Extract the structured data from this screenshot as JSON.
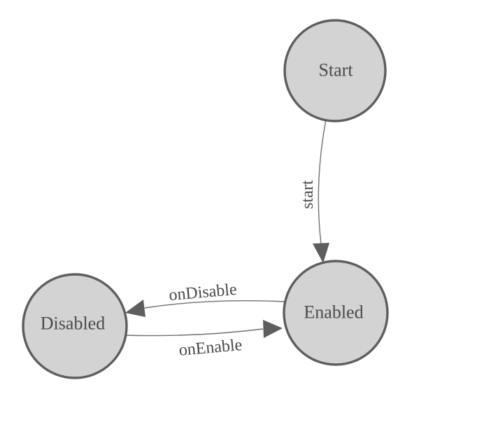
{
  "diagram": {
    "nodes": {
      "start": {
        "label": "Start"
      },
      "enabled": {
        "label": "Enabled"
      },
      "disabled": {
        "label": "Disabled"
      }
    },
    "edges": {
      "start_to_enabled": {
        "from": "Start",
        "to": "Enabled",
        "label": "start"
      },
      "enabled_to_disabled": {
        "from": "Enabled",
        "to": "Disabled",
        "label": "onDisable"
      },
      "disabled_to_enabled": {
        "from": "Disabled",
        "to": "Enabled",
        "label": "onEnable"
      }
    },
    "colors": {
      "background": "#ffffff",
      "node_fill": "#d3d3d3",
      "node_border": "#5e5e5e",
      "edge_line": "#707070",
      "arrow_fill": "#5e5e5e",
      "text": "#4a4a4a"
    }
  }
}
